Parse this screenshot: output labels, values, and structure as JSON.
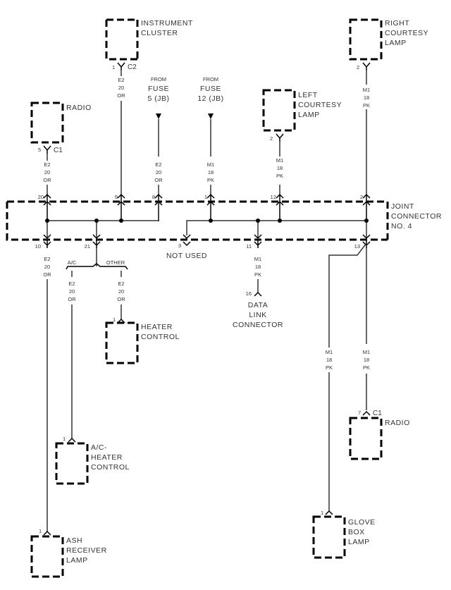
{
  "components": {
    "instrument_cluster": {
      "line1": "INSTRUMENT",
      "line2": "CLUSTER",
      "pin": "1",
      "connector": "C2"
    },
    "radio_top": {
      "line1": "RADIO",
      "pin": "5",
      "connector": "C1"
    },
    "left_courtesy": {
      "line1": "LEFT",
      "line2": "COURTESY",
      "line3": "LAMP",
      "pin": "2"
    },
    "right_courtesy": {
      "line1": "RIGHT",
      "line2": "COURTESY",
      "line3": "LAMP",
      "pin": "2"
    },
    "heater_control": {
      "line1": "HEATER",
      "line2": "CONTROL",
      "pin": "1"
    },
    "ac_heater_control": {
      "line1": "A/C-",
      "line2": "HEATER",
      "line3": "CONTROL",
      "pin": "1"
    },
    "ash_receiver": {
      "line1": "ASH",
      "line2": "RECEIVER",
      "line3": "LAMP",
      "pin": "1"
    },
    "radio_bottom": {
      "line1": "RADIO",
      "pin": "7",
      "connector": "C1"
    },
    "glove_box": {
      "line1": "GLOVE",
      "line2": "BOX",
      "line3": "LAMP",
      "pin": "1"
    },
    "data_link": {
      "line1": "DATA",
      "line2": "LINK",
      "line3": "CONNECTOR",
      "pin": "16"
    }
  },
  "fuses": [
    {
      "from": "FROM",
      "label": "FUSE",
      "num": "5 (JB)"
    },
    {
      "from": "FROM",
      "label": "FUSE",
      "num": "12 (JB)"
    }
  ],
  "joint_connector": {
    "line1": "JOINT",
    "line2": "CONNECTOR",
    "line3": "NO. 4"
  },
  "joint_pins_top": [
    "20",
    "9",
    "8",
    "1",
    "12",
    "2"
  ],
  "joint_pins_bottom": [
    "10",
    "21",
    "3",
    "11",
    "13"
  ],
  "not_used": "NOT USED",
  "splice_labels": {
    "ac": "A/C",
    "other": "OTHER"
  },
  "wires": {
    "e2": {
      "circuit": "E2",
      "gauge": "20",
      "color": "OR"
    },
    "m1": {
      "circuit": "M1",
      "gauge": "18",
      "color": "PK"
    }
  }
}
